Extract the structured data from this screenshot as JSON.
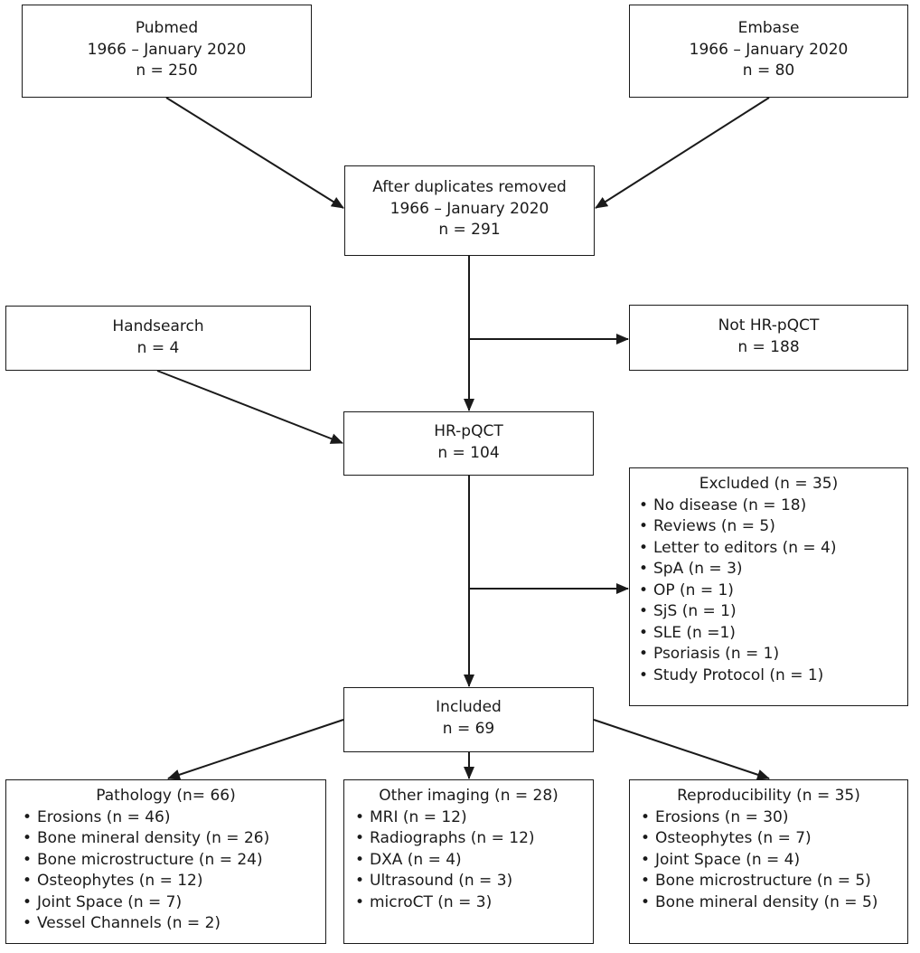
{
  "pubmed": {
    "lines": [
      "Pubmed",
      "1966 – January 2020",
      "n = 250"
    ]
  },
  "embase": {
    "lines": [
      "Embase",
      "1966 – January 2020",
      "n = 80"
    ]
  },
  "after_duplicates": {
    "lines": [
      "After duplicates removed",
      "1966 – January 2020",
      "n = 291"
    ]
  },
  "handsearch": {
    "lines": [
      "Handsearch",
      "n = 4"
    ]
  },
  "not_hrpqct": {
    "lines": [
      "Not HR-pQCT",
      "n = 188"
    ]
  },
  "hrpqct": {
    "lines": [
      "HR-pQCT",
      "n = 104"
    ]
  },
  "excluded": {
    "title": "Excluded (n = 35)",
    "items": [
      "No disease (n = 18)",
      "Reviews (n = 5)",
      "Letter to editors (n = 4)",
      "SpA (n = 3)",
      "OP (n = 1)",
      "SjS (n = 1)",
      "SLE (n =1)",
      "Psoriasis (n = 1)",
      "Study Protocol (n = 1)"
    ]
  },
  "included": {
    "lines": [
      "Included",
      "n = 69"
    ]
  },
  "pathology": {
    "title": "Pathology (n= 66)",
    "items": [
      "Erosions (n = 46)",
      "Bone mineral density (n = 26)",
      "Bone microstructure (n = 24)",
      "Osteophytes (n = 12)",
      "Joint Space (n = 7)",
      "Vessel Channels (n = 2)"
    ]
  },
  "other_imaging": {
    "title": "Other imaging (n = 28)",
    "items": [
      "MRI (n = 12)",
      "Radiographs (n = 12)",
      "DXA (n = 4)",
      "Ultrasound (n = 3)",
      "microCT (n = 3)"
    ]
  },
  "reproducibility": {
    "title": "Reproducibility (n = 35)",
    "items": [
      "Erosions (n = 30)",
      "Osteophytes (n = 7)",
      "Joint Space (n = 4)",
      "Bone microstructure (n = 5)",
      "Bone mineral density (n = 5)"
    ]
  }
}
